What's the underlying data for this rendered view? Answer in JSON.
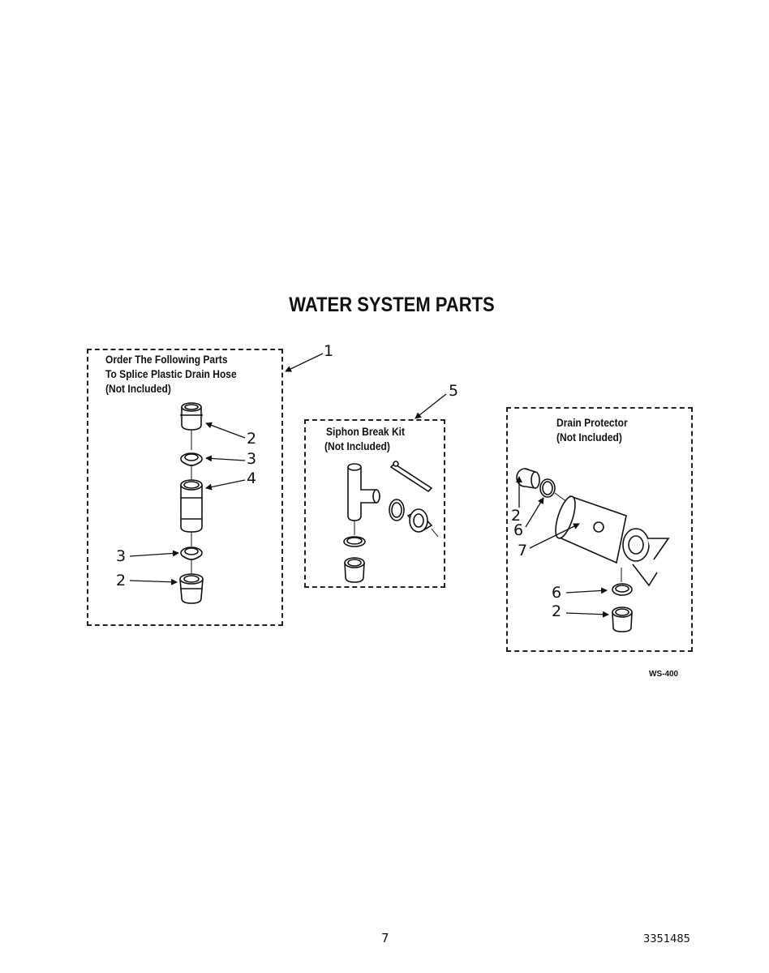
{
  "title": "WATER SYSTEM PARTS",
  "splice_kit": {
    "label_lines": [
      "Order The Following Parts",
      "To Splice Plastic Drain Hose",
      "(Not Included)"
    ],
    "kit_callout": "1",
    "callouts": [
      "2",
      "3",
      "4",
      "3",
      "2"
    ]
  },
  "siphon_kit": {
    "label_lines": [
      "Siphon Break Kit",
      "(Not Included)"
    ],
    "kit_callout": "5"
  },
  "drain_protector": {
    "label_lines": [
      "Drain Protector",
      "(Not Included)"
    ],
    "callouts": [
      "2",
      "6",
      "7",
      "6",
      "2"
    ]
  },
  "figure_code": "WS-400",
  "page_number": "7",
  "document_number": "3351485"
}
